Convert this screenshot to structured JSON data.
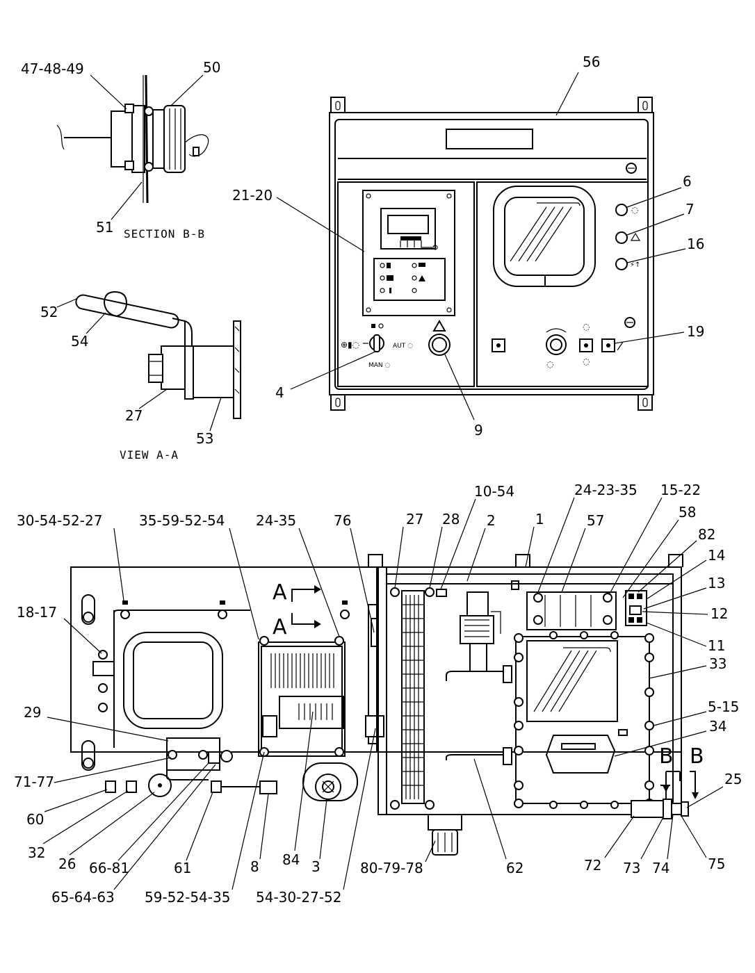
{
  "section_caption": "SECTION B-B",
  "view_caption": "VIEW A-A",
  "view_marker": "A",
  "section_marker": "B",
  "callouts": {
    "c47_48_49": "47-48-49",
    "c50": "50",
    "c51": "51",
    "c52": "52",
    "c54": "54",
    "c27a": "27",
    "c53": "53",
    "c56": "56",
    "c21_20": "21-20",
    "c6": "6",
    "c7": "7",
    "c16": "16",
    "c19": "19",
    "c4": "4",
    "c9": "9",
    "c10_54": "10-54",
    "c24_23_35": "24-23-35",
    "c15_22": "15-22",
    "c30_54_52_27": "30-54-52-27",
    "c35_59_52_54": "35-59-52-54",
    "c24_35": "24-35",
    "c76": "76",
    "c27b": "27",
    "c28": "28",
    "c2": "2",
    "c1": "1",
    "c57": "57",
    "c58": "58",
    "c82": "82",
    "c14": "14",
    "c13": "13",
    "c12": "12",
    "c11": "11",
    "c18_17": "18-17",
    "c33": "33",
    "c5_15": "5-15",
    "c29": "29",
    "c34": "34",
    "c71_77": "71-77",
    "c25": "25",
    "c60": "60",
    "c32": "32",
    "c26": "26",
    "c66_81": "66-81",
    "c65_64_63": "65-64-63",
    "c61": "61",
    "c8": "8",
    "c84": "84",
    "c3": "3",
    "c59_52_54_35": "59-52-54-35",
    "c54_30_27_52": "54-30-27-52",
    "c80_79_78": "80-79-78",
    "c62": "62",
    "c72": "72",
    "c73": "73",
    "c74": "74",
    "c75": "75"
  }
}
